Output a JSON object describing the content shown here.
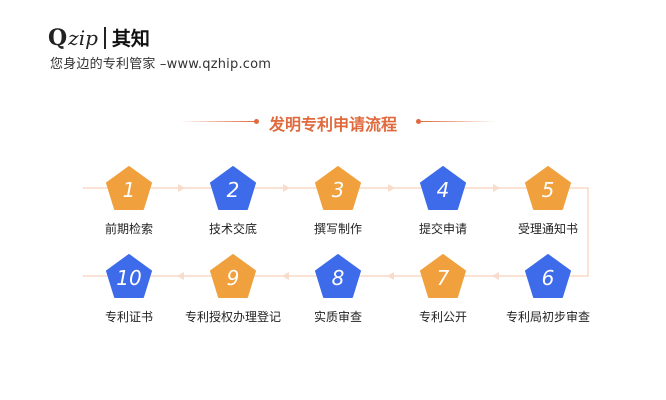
{
  "logo": {
    "q": "Q",
    "zip": "zip",
    "cn": "其知"
  },
  "slogan": "您身边的专利管家 –www.qzhip.com",
  "title": "发明专利申请流程",
  "colors": {
    "orange": "#F0A03C",
    "blue": "#3D6BEA",
    "accent": "#E06A3D",
    "line": "#F8D9C6"
  },
  "steps": [
    {
      "num": "1",
      "label": "前期检索",
      "color": "orange"
    },
    {
      "num": "2",
      "label": "技术交底",
      "color": "blue"
    },
    {
      "num": "3",
      "label": "撰写制作",
      "color": "orange"
    },
    {
      "num": "4",
      "label": "提交申请",
      "color": "blue"
    },
    {
      "num": "5",
      "label": "受理通知书",
      "color": "orange"
    },
    {
      "num": "6",
      "label": "专利局初步审查",
      "color": "blue"
    },
    {
      "num": "7",
      "label": "专利公开",
      "color": "orange"
    },
    {
      "num": "8",
      "label": "实质审查",
      "color": "blue"
    },
    {
      "num": "9",
      "label": "专利授权办理登记",
      "color": "orange"
    },
    {
      "num": "10",
      "label": "专利证书",
      "color": "blue"
    }
  ]
}
